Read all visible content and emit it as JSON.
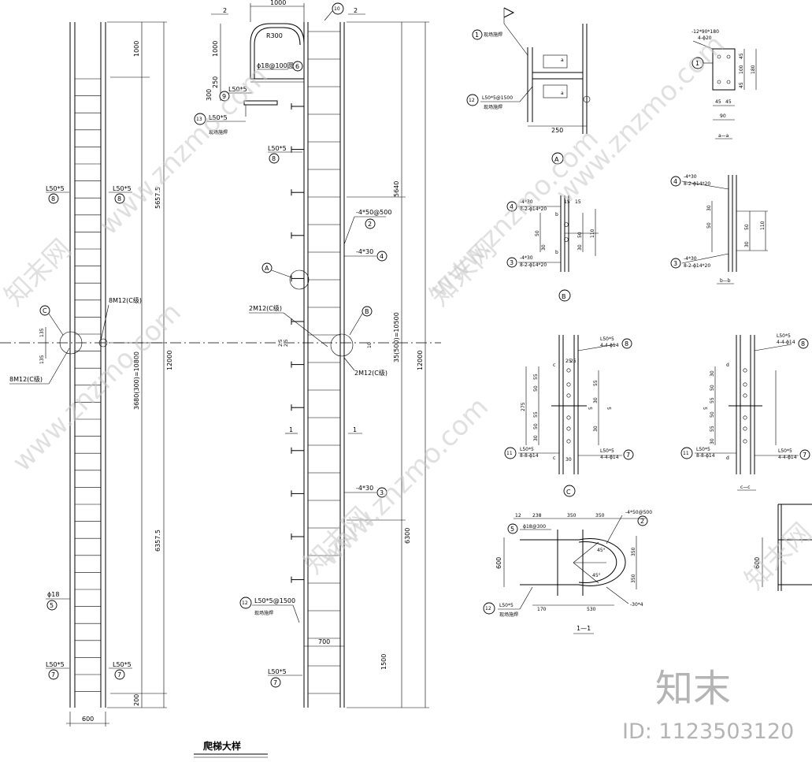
{
  "drawing_title": "爬梯大样",
  "watermark": {
    "site": "www.znzmo.com",
    "logo": "知末网",
    "brand": "知末",
    "id_label": "ID: 1123503120"
  },
  "left_elevation": {
    "dims_right": [
      "1000",
      "5657.5",
      "3680(300)=10800",
      "6357.5",
      "12000",
      "200"
    ],
    "dim_bottom": "600",
    "dims_small": [
      "135",
      "135"
    ],
    "labels": {
      "l50_left_top": "L50*5",
      "l50_right_top": "L50*5",
      "bolts_upper": "8M12(C级)",
      "bolts_lower": "8M12(C级)",
      "phi18": "ϕ18",
      "l50_left_bottom": "L50*5",
      "l50_right_bottom": "L50*5"
    },
    "markers": {
      "m8a": "8",
      "m8b": "8",
      "mC": "C",
      "m5": "5",
      "m7a": "7",
      "m7b": "7"
    }
  },
  "side_elevation": {
    "dims": [
      "1000",
      "1000",
      "250",
      "300",
      "5640",
      "35(500)=10500",
      "12000",
      "6300",
      "1500",
      "700",
      "10",
      "2.5",
      "2.5"
    ],
    "section_marks": [
      "2",
      "2",
      "1",
      "1"
    ],
    "labels": {
      "r300": "R300",
      "rail": "ϕ18@100圆钢",
      "l50_top": "L50*5",
      "site_weld": "现场施焊",
      "l50_8": "L50*5",
      "flat1": "-4*50@500",
      "flat2": "-4*30",
      "bolt_left": "2M12(C级)",
      "bolt_right": "2M12(C级)",
      "flat3": "-4*30",
      "l50_12": "L50*5@1500",
      "site_weld2": "现场施焊",
      "l50_7": "L50*5"
    },
    "markers": {
      "m10": "10",
      "m6": "6",
      "m9": "9",
      "m13": "13",
      "m8": "8",
      "m2": "2",
      "m4": "4",
      "mA": "A",
      "mB": "B",
      "m3": "3",
      "m12": "12",
      "m7": "7"
    }
  },
  "detail_A": {
    "caption": "A",
    "labels": {
      "m1_note": "现场施焊",
      "l50": "L50*5@1500",
      "weld2": "现场施焊",
      "a1": "a",
      "a2": "a",
      "dim": "250"
    },
    "markers": {
      "m1": "1",
      "m12": "12"
    }
  },
  "section_aa": {
    "caption": "a—a",
    "labels": {
      "plate": "-12*90*180",
      "holes": "4-ϕ20"
    },
    "dims": [
      "45",
      "100",
      "45",
      "180",
      "45",
      "45",
      "90"
    ],
    "markers": {
      "m1": "1"
    }
  },
  "detail_B": {
    "caption": "B",
    "labels": {
      "p4": "-4*30",
      "p4b": "8-2-ϕ14*20",
      "p3": "-4*30",
      "p3b": "8-2-ϕ14*20",
      "b1": "b",
      "b2": "b"
    },
    "dims": [
      "15",
      "15",
      "50",
      "30",
      "30",
      "50",
      "110"
    ],
    "markers": {
      "m4": "4",
      "m3": "3"
    }
  },
  "section_bb": {
    "caption": "b—b",
    "labels": {
      "p4": "-4*30",
      "p4b": "8-2-ϕ14*20",
      "p3": "-4*30",
      "p3b": "8-2-ϕ14*20"
    },
    "dims": [
      "30",
      "50",
      "30",
      "50",
      "110"
    ],
    "markers": {
      "m4": "4",
      "m3": "3"
    }
  },
  "detail_C": {
    "caption": "C",
    "labels": {
      "l50_top": "L50*5",
      "holes_top": "4-4-ϕ14",
      "l50_bl": "L50*5",
      "holes_bl": "8-8-ϕ14",
      "l50_br": "L50*5",
      "holes_br": "4-4-ϕ14",
      "c1": "c",
      "c2": "c"
    },
    "dims": [
      "275",
      "55",
      "50",
      "55",
      "50",
      "30",
      "55",
      "30",
      "5",
      "5",
      "30",
      "30",
      "25",
      "25"
    ],
    "markers": {
      "m8": "8",
      "m11": "11",
      "m7": "7"
    }
  },
  "section_cc": {
    "caption": "c—c",
    "labels": {
      "l50_top": "L50*5",
      "holes_top": "4-4-ϕ14",
      "l50_bl": "L50*5",
      "holes_bl": "8-8-ϕ14",
      "l50_br": "L50*5",
      "holes_br": "4-4-ϕ14",
      "d1": "d",
      "d2": "d"
    },
    "dims": [
      "30",
      "50",
      "55",
      "50",
      "55",
      "30",
      "5"
    ],
    "markers": {
      "m8": "8",
      "m11": "11",
      "m7": "7"
    }
  },
  "section_11": {
    "caption": "1—1",
    "labels": {
      "rod": "ϕ18@300",
      "flat": "-4*50@500",
      "bar": "-30*4",
      "angle": "L50*5",
      "weld": "现场施焊",
      "a45a": "45°",
      "a45b": "45°"
    },
    "dims": [
      "12",
      "238",
      "350",
      "350",
      "600",
      "350",
      "350",
      "170",
      "530"
    ],
    "markers": {
      "m5": "5",
      "m2": "2",
      "m12": "12"
    }
  },
  "partial_section": {
    "dim": "600"
  }
}
